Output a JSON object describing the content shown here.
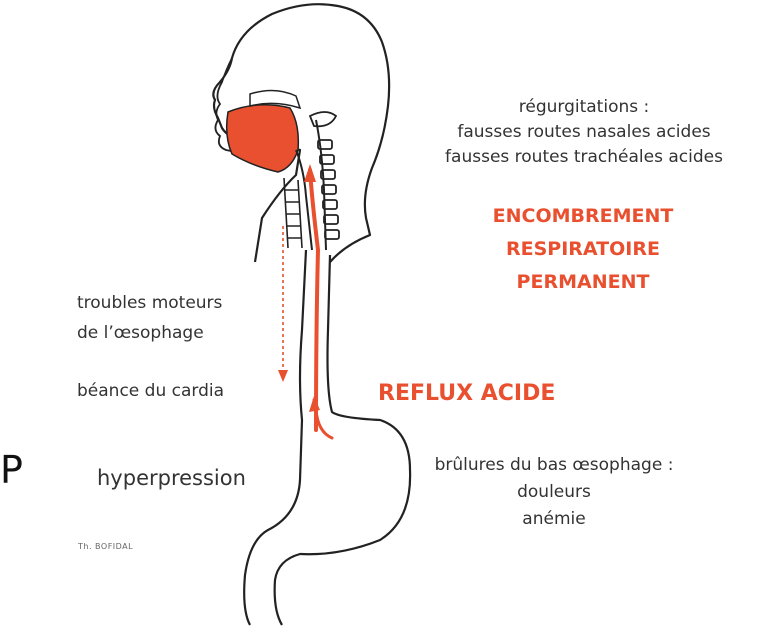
{
  "labels": {
    "regurgitations": [
      "régurgitations :",
      "fausses routes nasales acides",
      "fausses routes trachéales acides"
    ],
    "encombrement": [
      "ENCOMBREMENT",
      "RESPIRATOIRE",
      "PERMANENT"
    ],
    "troubles": [
      "troubles moteurs",
      "de l’œsophage"
    ],
    "beance": "béance du cardia",
    "reflux": "REFLUX ACIDE",
    "brulures": [
      "brûlures du bas œsophage :",
      "douleurs",
      "anémie"
    ],
    "hyperpression": "hyperpression",
    "credit": "Th. BOFIDAL",
    "edge_letter": "P"
  },
  "colors": {
    "accent": "#e8502f",
    "text": "#333333",
    "outline": "#222222"
  }
}
